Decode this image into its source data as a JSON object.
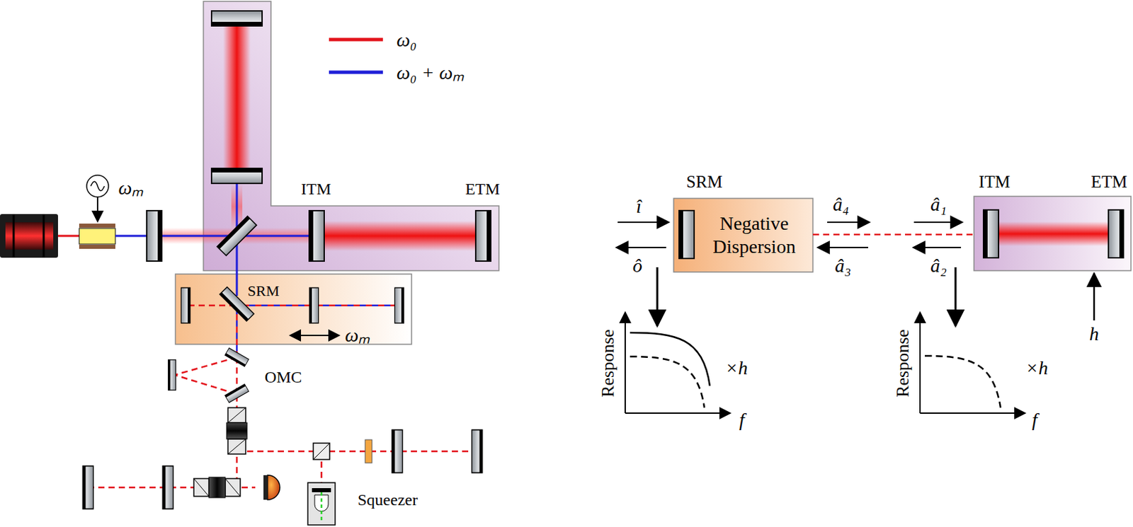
{
  "diagram": {
    "nodes": [
      {
        "text": [
          "ITM",
          "ETM"
        ]
      },
      {
        "text": [
          "SRM"
        ]
      },
      {
        "text": [
          "SRM",
          "Negative Dispersion"
        ]
      },
      {
        "text": [
          "ITM",
          "ETM"
        ]
      }
    ],
    "edges": [
      {
        "from": 2,
        "to": 3,
        "arrow": "none"
      }
    ],
    "labels": [
      "ωₘ",
      "ωₘ",
      "OMC",
      "Squeezer",
      "î",
      "ô",
      "â₄",
      "â₃",
      "â₁",
      "â₂",
      "Response",
      "×h",
      "f",
      "Response",
      "×h",
      "f",
      "h"
    ],
    "legend": [
      {
        "text": "ω₀"
      },
      {
        "text": "ω₀ + ωₘ"
      }
    ]
  }
}
